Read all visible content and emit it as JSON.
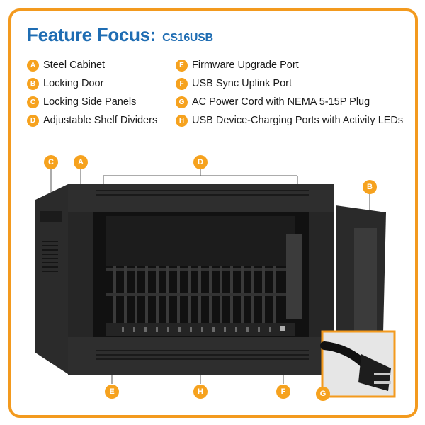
{
  "header": {
    "title": "Feature Focus:",
    "model": "CS16USB"
  },
  "features": [
    {
      "letter": "A",
      "label": "Steel Cabinet"
    },
    {
      "letter": "B",
      "label": "Locking Door"
    },
    {
      "letter": "C",
      "label": "Locking Side Panels"
    },
    {
      "letter": "D",
      "label": "Adjustable Shelf Dividers"
    },
    {
      "letter": "E",
      "label": "Firmware Upgrade Port"
    },
    {
      "letter": "F",
      "label": "USB Sync Uplink Port"
    },
    {
      "letter": "G",
      "label": "AC Power Cord with NEMA 5-15P Plug"
    },
    {
      "letter": "H",
      "label": "USB Device-Charging Ports with Activity LEDs"
    }
  ],
  "callouts": [
    "A",
    "B",
    "C",
    "D",
    "E",
    "F",
    "G",
    "H"
  ],
  "colors": {
    "accent": "#f39a1e",
    "title": "#1f6db3"
  }
}
